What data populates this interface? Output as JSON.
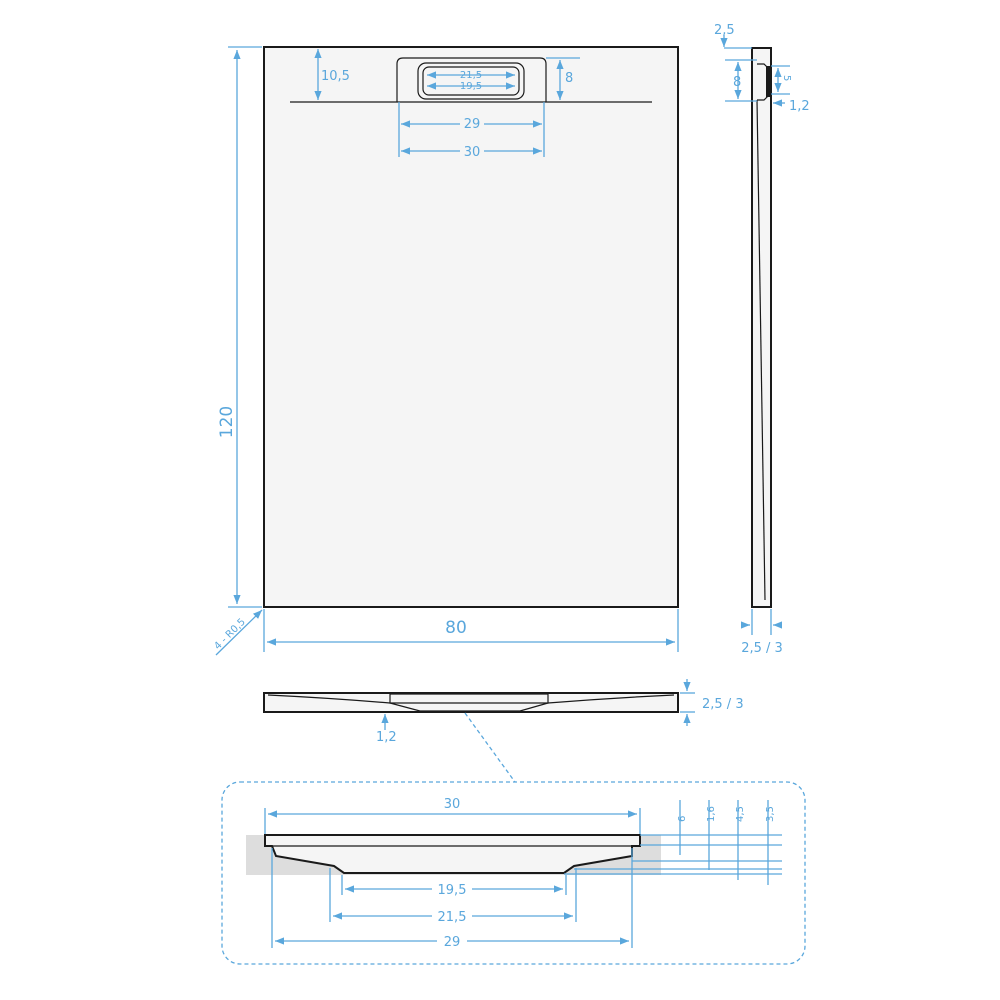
{
  "colors": {
    "dimension": "#5aa7dc",
    "outline": "#1a1a1a",
    "fill": "#f5f5f5"
  },
  "plan_view": {
    "width_label": "80",
    "height_label": "120",
    "corner_label": "4 - R0,5",
    "drain_offset_label": "10,5",
    "drain_depth_label": "8",
    "grate_outer_label": "21,5",
    "grate_inner_label": "19,5",
    "drain_inner_width_label": "29",
    "drain_outer_width_label": "30"
  },
  "side_view": {
    "top_label": "2,5",
    "drain_height_label": "8",
    "grate_height_label": "5",
    "lip_label": "1,2",
    "thickness_label": "2,5 / 3"
  },
  "front_view": {
    "lip_label": "1,2",
    "thickness_label": "2,5 / 3"
  },
  "detail_view": {
    "top_width_label": "30",
    "grate_inner_label": "19,5",
    "grate_outer_label": "21,5",
    "bottom_width_label": "29",
    "heights": [
      "6",
      "1,6",
      "4,5",
      "3,5"
    ]
  }
}
